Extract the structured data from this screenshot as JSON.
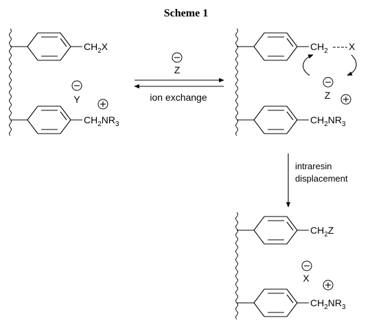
{
  "scheme_title": "Scheme 1",
  "group_ch2x": {
    "main": "CH",
    "sub": "2",
    "tail": "X"
  },
  "group_ch2nr3": {
    "main": "CH",
    "sub": "2",
    "mid": "NR",
    "sub2": "3"
  },
  "group_ch2_dash": {
    "main": "CH",
    "sub": "2",
    "tail": "X"
  },
  "group_ch2z": {
    "main": "CH",
    "sub": "2",
    "tail": "Z"
  },
  "ion_z": "Z",
  "ion_y": "Y",
  "ion_x": "X",
  "minus_sign": "−",
  "plus_sign": "+",
  "arrow_label_ion_exchange": "ion exchange",
  "arrow_label_intraresin": "intraresin",
  "arrow_label_displacement": "displacement"
}
